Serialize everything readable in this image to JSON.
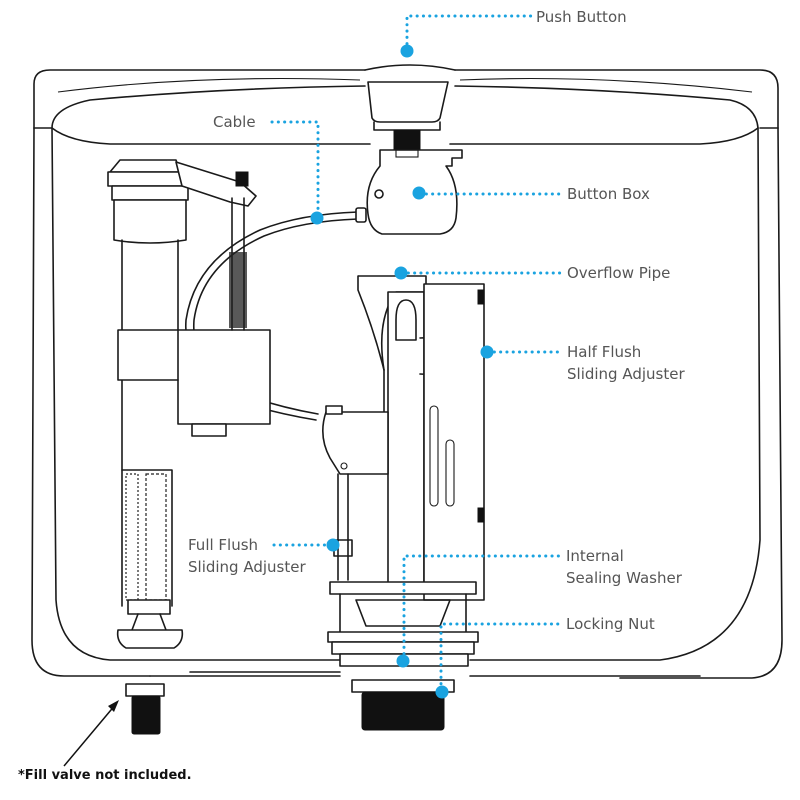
{
  "diagram": {
    "title": "Dual flush cistern internal components",
    "accent_color": "#1aa3e0",
    "line_color": "#1a1a1a",
    "label_color": "#555555",
    "labels": {
      "push_button": "Push Button",
      "cable": "Cable",
      "button_box": "Button Box",
      "overflow_pipe": "Overflow Pipe",
      "half_flush_line1": "Half Flush",
      "half_flush_line2": "Sliding Adjuster",
      "full_flush_line1": "Full Flush",
      "full_flush_line2": "Sliding Adjuster",
      "internal_washer_line1": "Internal",
      "internal_washer_line2": "Sealing Washer",
      "locking_nut": "Locking Nut"
    },
    "footnote": "*Fill valve not included."
  }
}
